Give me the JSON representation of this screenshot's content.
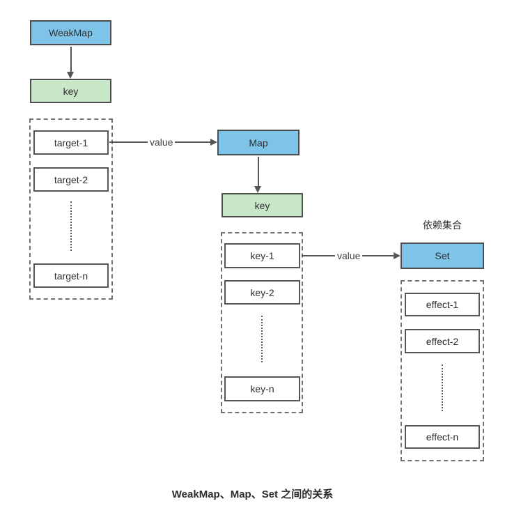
{
  "diagram": {
    "nodes": {
      "weakmap": "WeakMap",
      "weakmap_key": "key",
      "map": "Map",
      "map_key": "key",
      "set": "Set"
    },
    "set_caption": "依赖集合",
    "edge_labels": {
      "target_to_map": "value",
      "key_to_set": "value"
    },
    "targets": {
      "items": [
        "target-1",
        "target-2",
        "target-n"
      ]
    },
    "keys": {
      "items": [
        "key-1",
        "key-2",
        "key-n"
      ]
    },
    "effects": {
      "items": [
        "effect-1",
        "effect-2",
        "effect-n"
      ]
    },
    "caption": "WeakMap、Map、Set 之间的关系",
    "colors": {
      "node_blue": "#7EC4E8",
      "node_green": "#C9E8C9",
      "node_border": "#4D4D4D",
      "dashed_border": "#707070",
      "arrow": "#555555"
    }
  }
}
